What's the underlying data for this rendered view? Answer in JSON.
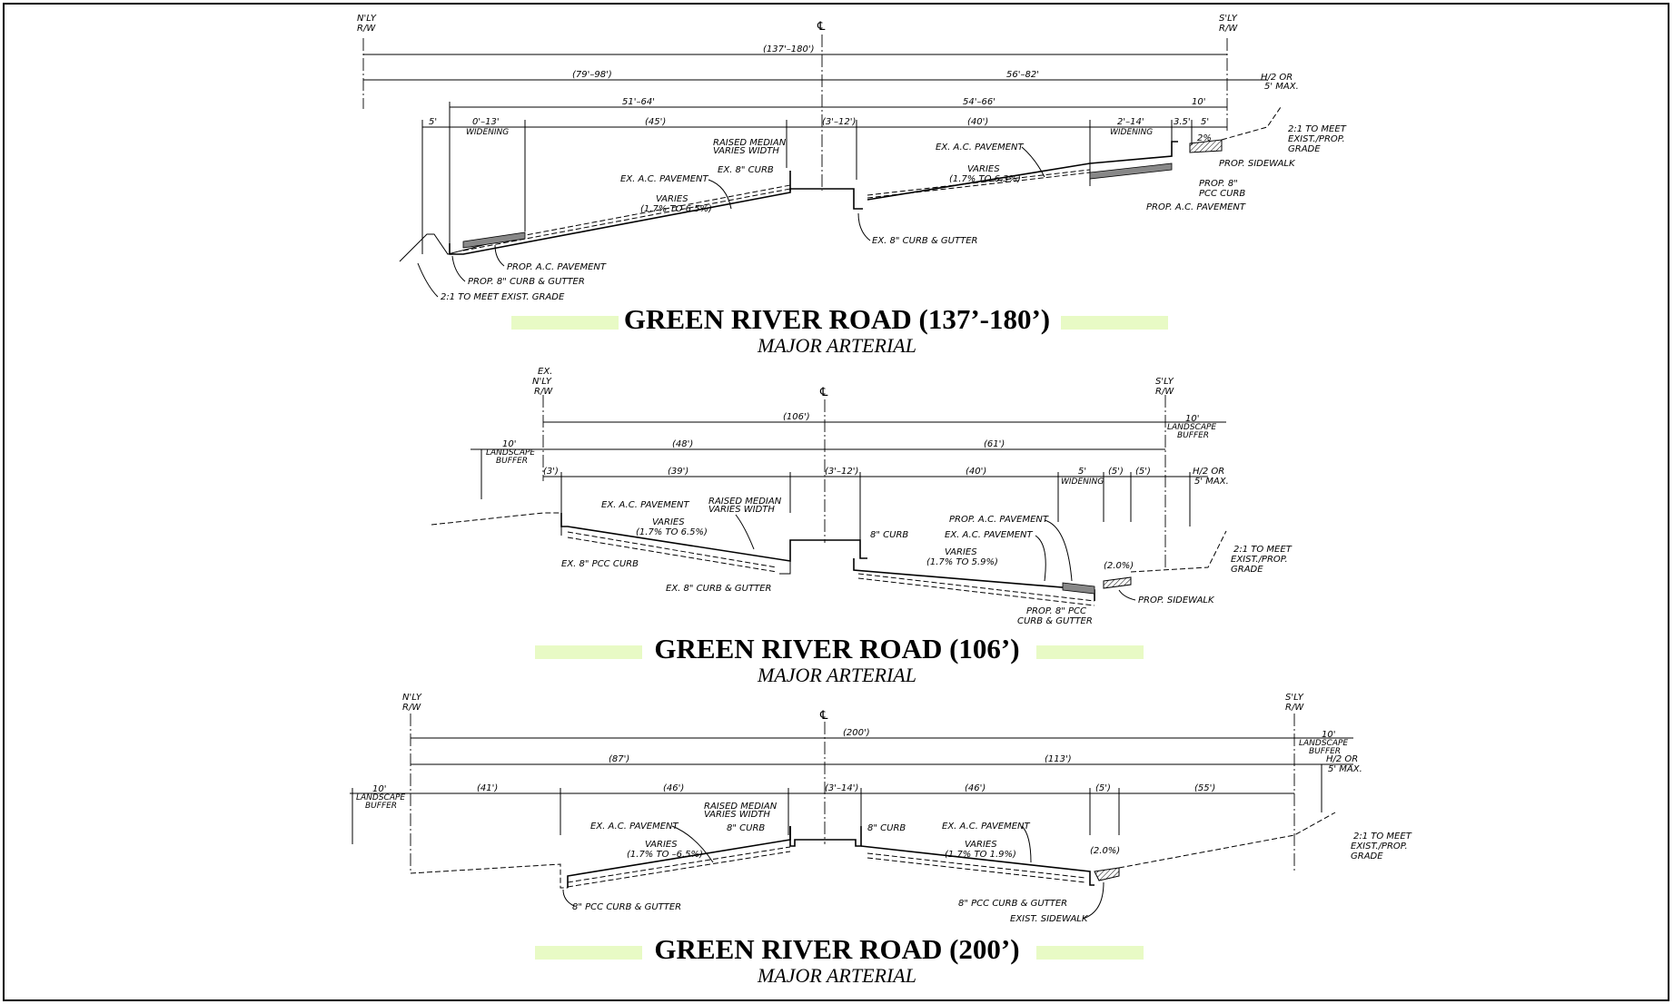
{
  "colors": {
    "title_bar": "#e8fac5",
    "line": "#000000"
  },
  "sections": [
    {
      "title": "GREEN RIVER ROAD (137’-180’)",
      "subtitle": "MAJOR ARTERIAL",
      "labels": {
        "centerline": "℄",
        "n_row": "N'LY",
        "n_row2": "R/W",
        "s_row": "S'LY",
        "s_row2": "R/W",
        "dim_total": "(137'–180')",
        "dim_left": "(79'–98')",
        "dim_right": "56'–82'",
        "dim_left_inner": "51'–64'",
        "dim_right_inner": "54'–66'",
        "dim_10": "10'",
        "dim_5": "5'",
        "dim_widen_l": "0'–13'",
        "widening_l": "WIDENING",
        "dim_45": "(45')",
        "dim_median": "(3'–12')",
        "dim_40": "(40')",
        "dim_widen_r": "2'–14'",
        "widening_r": "WIDENING",
        "dim_35": "3.5'",
        "dim_5b": "5'",
        "h2": "H/2 OR",
        "h2b": "5' MAX.",
        "slope_r1": "2:1 TO MEET",
        "slope_r2": "EXIST./PROP.",
        "slope_r3": "GRADE",
        "median1": "RAISED MEDIAN",
        "median2": "VARIES WIDTH",
        "ex_curb": "EX. 8\" CURB",
        "ex_pav_l": "EX. A.C. PAVEMENT",
        "varies_l": "VARIES",
        "varies_l2": "(1.7% TO 6.5%)",
        "ex_pav_r": "EX. A.C. PAVEMENT",
        "varies_r": "VARIES",
        "varies_r2": "(1.7% TO 6.3%)",
        "pct2": "2%",
        "prop_sidewalk": "PROP. SIDEWALK",
        "prop_pcc1": "PROP. 8\"",
        "prop_pcc2": "PCC CURB",
        "prop_pav_r": "PROP. A.C. PAVEMENT",
        "ex_curb_gutter": "EX. 8\" CURB & GUTTER",
        "prop_pav_l": "PROP. A.C. PAVEMENT",
        "prop_curb_gutter": "PROP. 8\" CURB & GUTTER",
        "slope_l": "2:1 TO MEET EXIST. GRADE"
      }
    },
    {
      "title": "GREEN RIVER ROAD (106’)",
      "subtitle": "MAJOR ARTERIAL",
      "labels": {
        "centerline": "℄",
        "ex": "EX.",
        "n_row": "N'LY",
        "n_row2": "R/W",
        "s_row": "S'LY",
        "s_row2": "R/W",
        "buf_r1": "10'",
        "buf_r2": "LANDSCAPE",
        "buf_r3": "BUFFER",
        "buf_l1": "10'",
        "buf_l2": "LANDSCAPE",
        "buf_l3": "BUFFER",
        "dim_total": "(106')",
        "dim_left": "(48')",
        "dim_right": "(61')",
        "dim_3": "(3')",
        "dim_39": "(39')",
        "dim_median": "(3'–12')",
        "dim_40": "(40')",
        "dim_5w": "5'",
        "widening": "WIDENING",
        "dim_5a": "(5')",
        "dim_5b": "(5')",
        "h2": "H/2 OR",
        "h2b": "5' MAX.",
        "ex_pav_l": "EX. A.C. PAVEMENT",
        "median1": "RAISED MEDIAN",
        "median2": "VARIES WIDTH",
        "varies_l": "VARIES",
        "varies_l2": "(1.7% TO 6.5%)",
        "curb8": "8\" CURB",
        "prop_pav": "PROP. A.C. PAVEMENT",
        "ex_pav_r": "EX. A.C. PAVEMENT",
        "varies_r": "VARIES",
        "varies_r2": "(1.7% TO 5.9%)",
        "pct": "(2.0%)",
        "slope_r1": "2:1 TO MEET",
        "slope_r2": "EXIST./PROP.",
        "slope_r3": "GRADE",
        "ex_pcc": "EX. 8\" PCC CURB",
        "ex_curb_gutter": "EX. 8\" CURB & GUTTER",
        "prop_sidewalk": "PROP. SIDEWALK",
        "prop_pcc1": "PROP. 8\" PCC",
        "prop_pcc2": "CURB & GUTTER"
      }
    },
    {
      "title": "GREEN RIVER ROAD (200’)",
      "subtitle": "MAJOR ARTERIAL",
      "labels": {
        "centerline": "℄",
        "n_row": "N'LY",
        "n_row2": "R/W",
        "s_row": "S'LY",
        "s_row2": "R/W",
        "dim_total": "(200')",
        "buf_r1": "10'",
        "buf_r2": "LANDSCAPE",
        "buf_r3": "BUFFER",
        "dim_left": "(87')",
        "dim_right": "(113')",
        "h2": "H/2 OR",
        "h2b": "5' MAX.",
        "buf_l1": "10'",
        "buf_l2": "LANDSCAPE",
        "buf_l3": "BUFFER",
        "dim_41": "(41')",
        "dim_46a": "(46')",
        "dim_median": "(3'–14')",
        "dim_46b": "(46')",
        "dim_5": "(5')",
        "dim_55": "(55')",
        "median1": "RAISED MEDIAN",
        "median2": "VARIES WIDTH",
        "ex_pav_l": "EX. A.C. PAVEMENT",
        "curb8_l": "8\" CURB",
        "curb8_r": "8\" CURB",
        "ex_pav_r": "EX. A.C. PAVEMENT",
        "varies_l": "VARIES",
        "varies_l2": "(1.7% TO –6.5%)",
        "varies_r": "VARIES",
        "varies_r2": "(1.7% TO 1.9%)",
        "pct": "(2.0%)",
        "slope_r1": "2:1 TO MEET",
        "slope_r2": "EXIST./PROP.",
        "slope_r3": "GRADE",
        "pcc_l": "8\" PCC CURB & GUTTER",
        "pcc_r": "8\" PCC CURB & GUTTER",
        "ex_sidewalk": "EXIST. SIDEWALK"
      }
    }
  ]
}
